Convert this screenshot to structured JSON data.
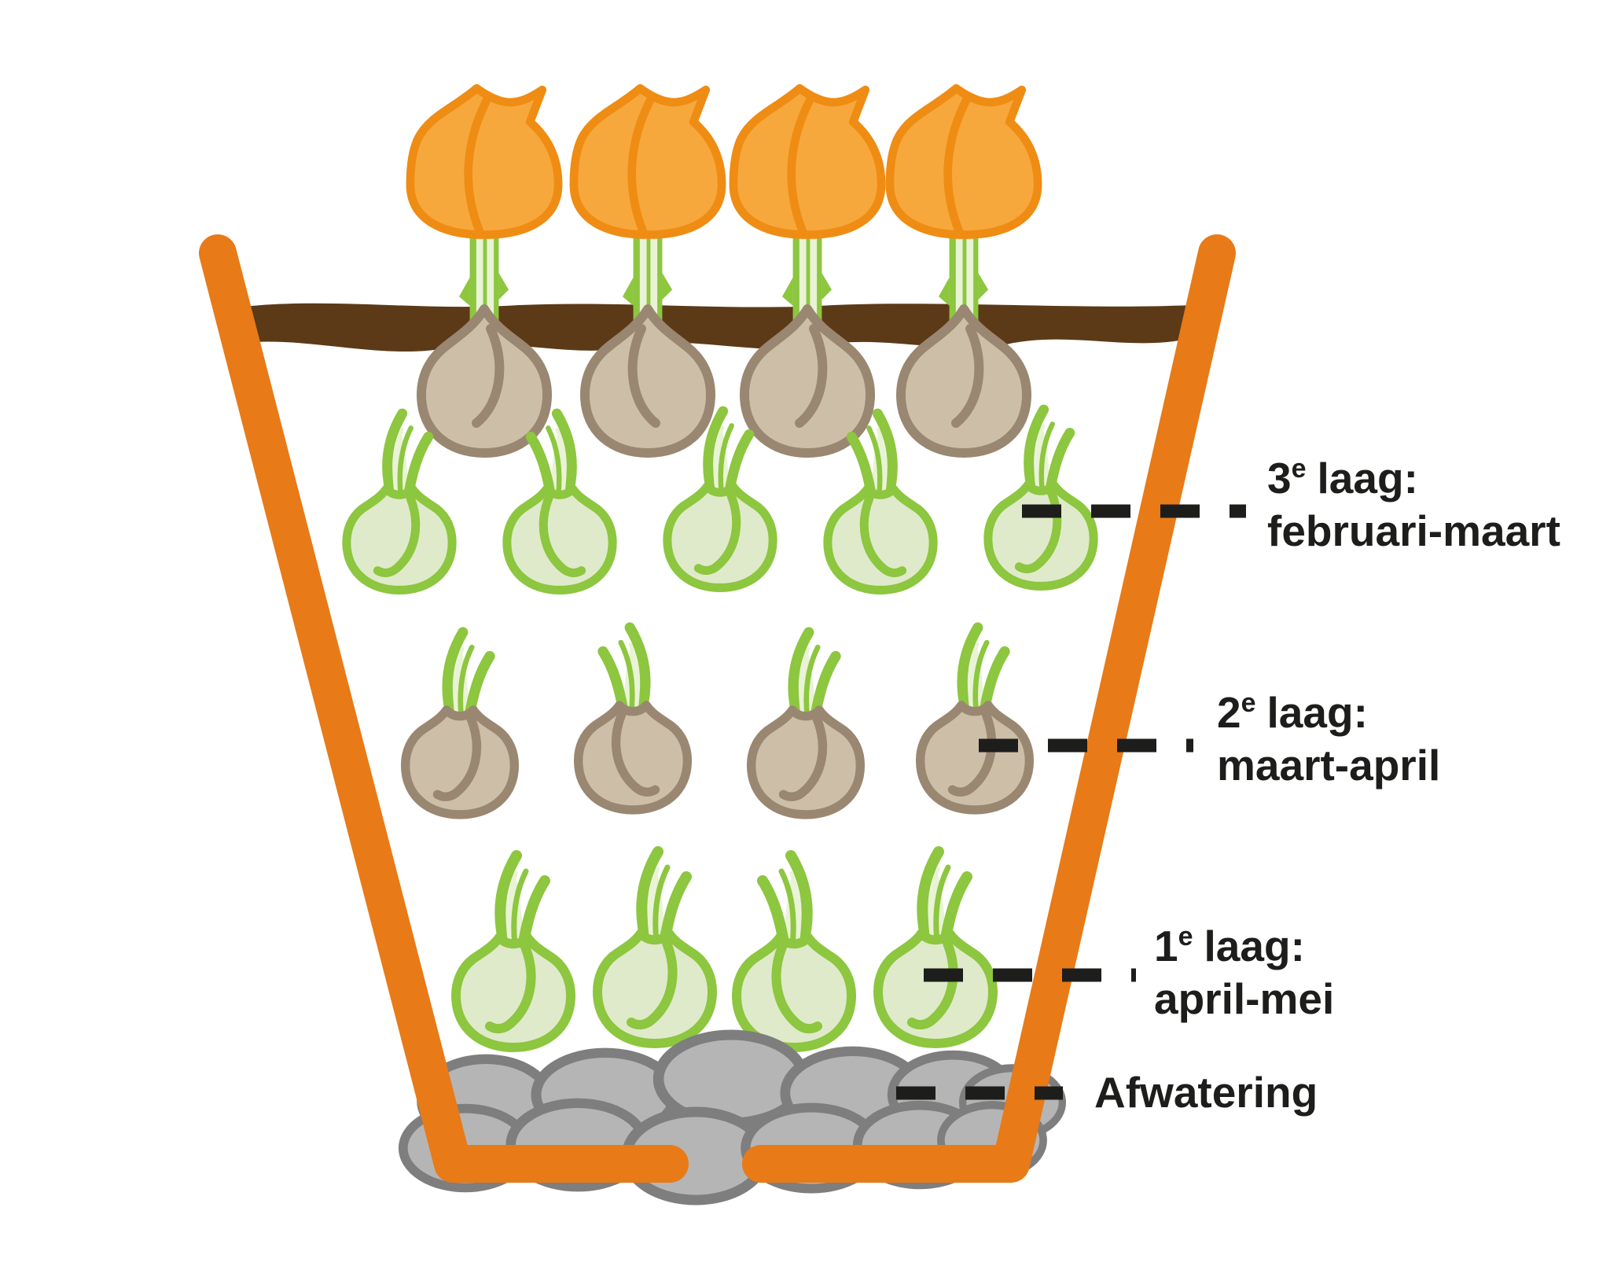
{
  "colors": {
    "pot": "#E87A18",
    "soil": "#5C3A17",
    "flower_fill": "#F7A83C",
    "flower_stroke": "#EF8C13",
    "leaf_green": "#8DC63F",
    "leaf_pale": "#E9F3D6",
    "green_bulb_fill": "#DFEACA",
    "green_bulb_stroke": "#8DC63F",
    "tan_bulb_fill": "#CDBFA7",
    "tan_bulb_stroke": "#9A8771",
    "pebble_fill": "#B5B5B5",
    "pebble_stroke": "#7E7E7E",
    "ink": "#1D1D1B",
    "background": "#FFFFFF"
  },
  "annotations": {
    "layer3": {
      "ordinal": "3",
      "ordinal_suffix": "e",
      "label": "laag:",
      "months": "februari-maart"
    },
    "layer2": {
      "ordinal": "2",
      "ordinal_suffix": "e",
      "label": "laag:",
      "months": "maart-april"
    },
    "layer1": {
      "ordinal": "1",
      "ordinal_suffix": "e",
      "label": "laag:",
      "months": "april-mei"
    },
    "drainage": {
      "label": "Afwatering"
    }
  },
  "figure": {
    "blooming_flowers": 4,
    "layer3_bulbs": 5,
    "layer2_bulbs": 4,
    "layer1_bulbs": 4
  }
}
